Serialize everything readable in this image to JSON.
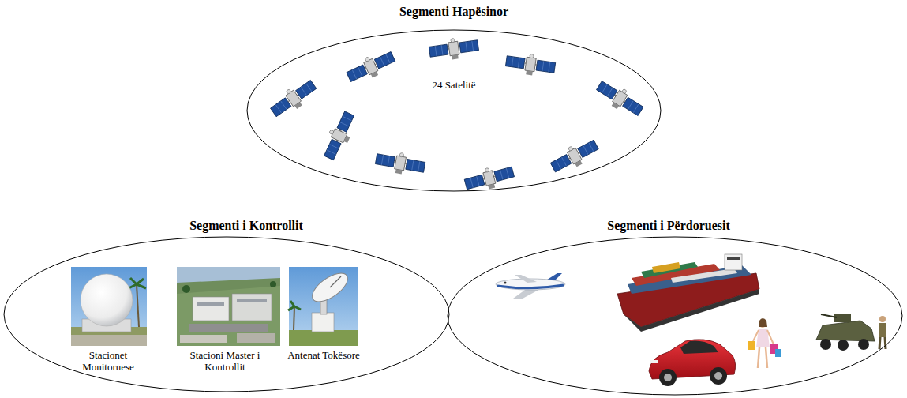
{
  "diagram": {
    "nodes": [
      {
        "text": [
          "Segmenti Hapësinor",
          "24 Satelitë"
        ]
      },
      {
        "text": [
          "Segmenti i Kontrollit"
        ]
      },
      {
        "text": [
          "Segmenti i Përdoruesit"
        ]
      }
    ],
    "labels": [
      "Stacionet Monitoruese",
      "Stacioni Master i Kontrollit",
      "Antenat Tokësore"
    ]
  }
}
